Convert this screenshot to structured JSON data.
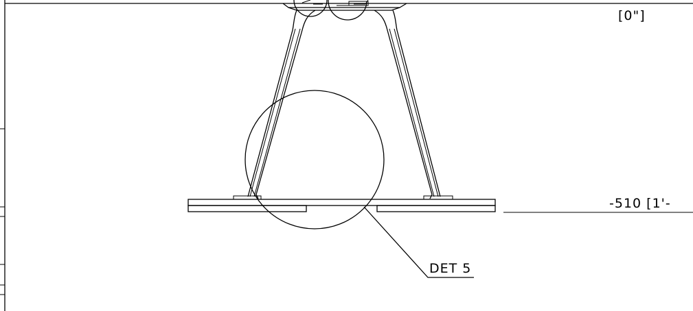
{
  "drawing": {
    "elevation_top_label": "[0\"]",
    "elevation_bottom_label": "-510 [1'-",
    "detail_callout_label": "DET 5"
  },
  "colors": {
    "line": "#000000",
    "background": "#ffffff"
  }
}
